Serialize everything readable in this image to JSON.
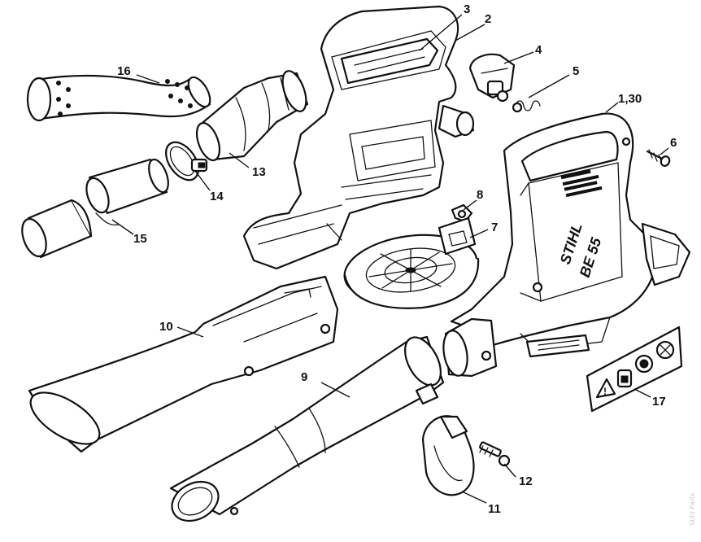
{
  "callouts": {
    "c1": "1,30",
    "c2": "2",
    "c3": "3",
    "c4": "4",
    "c5": "5",
    "c6": "6",
    "c7": "7",
    "c8": "8",
    "c9": "9",
    "c10": "10",
    "c11": "11",
    "c12": "12",
    "c13": "13",
    "c14": "14",
    "c15": "15",
    "c16": "16",
    "c17": "17"
  },
  "housing_label": {
    "brand_line1": "STIHL",
    "brand_line2": "BE 55"
  },
  "watermark": "Stihl Parts"
}
